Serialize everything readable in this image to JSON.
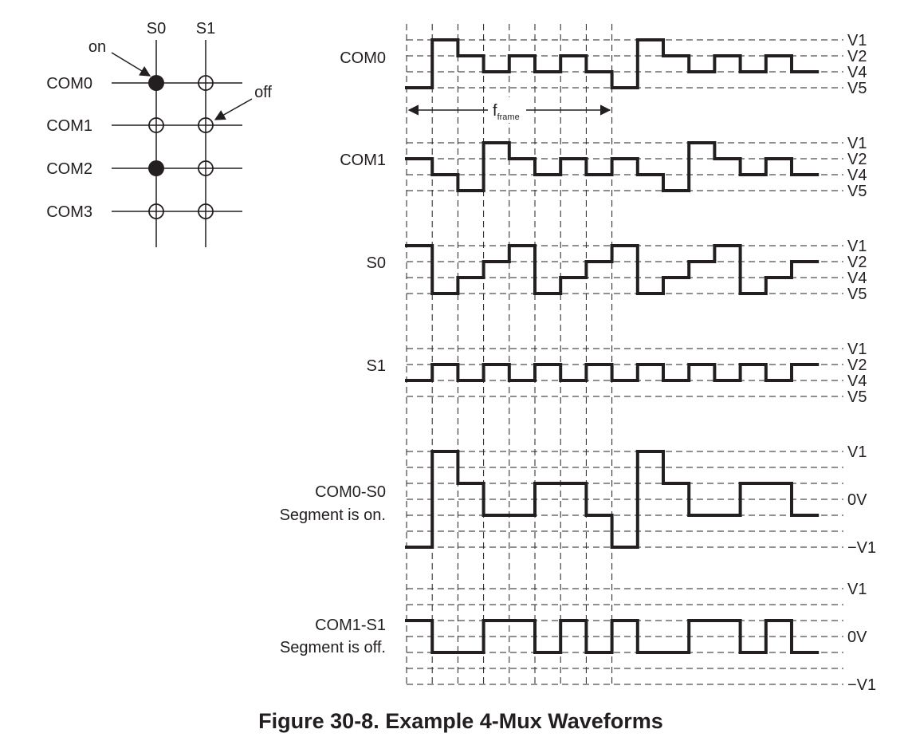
{
  "figure": {
    "caption": "Figure 30-8. Example 4-Mux Waveforms"
  },
  "matrix": {
    "columns": [
      "S0",
      "S1"
    ],
    "rows": [
      "COM0",
      "COM1",
      "COM2",
      "COM3"
    ],
    "on_label": "on",
    "off_label": "off",
    "on_cells": [
      [
        0,
        0
      ],
      [
        2,
        0
      ]
    ]
  },
  "frame_label": {
    "main": "f",
    "sub": "frame"
  },
  "waveforms": [
    {
      "id": "com0",
      "label": [
        "COM0"
      ],
      "levels": [
        "V1",
        "V2",
        "V4",
        "V5"
      ],
      "sequence": [
        "V5",
        "V1",
        "V2",
        "V4",
        "V2",
        "V4",
        "V2",
        "V4",
        "V5",
        "V1",
        "V2",
        "V4",
        "V2",
        "V4",
        "V2",
        "V4"
      ]
    },
    {
      "id": "com1",
      "label": [
        "COM1"
      ],
      "levels": [
        "V1",
        "V2",
        "V4",
        "V5"
      ],
      "sequence": [
        "V2",
        "V4",
        "V5",
        "V1",
        "V2",
        "V4",
        "V2",
        "V4",
        "V2",
        "V4",
        "V5",
        "V1",
        "V2",
        "V4",
        "V2",
        "V4"
      ]
    },
    {
      "id": "s0",
      "label": [
        "S0"
      ],
      "levels": [
        "V1",
        "V2",
        "V4",
        "V5"
      ],
      "sequence": [
        "V1",
        "V5",
        "V4",
        "V2",
        "V1",
        "V5",
        "V4",
        "V2",
        "V1",
        "V5",
        "V4",
        "V2",
        "V1",
        "V5",
        "V4",
        "V2"
      ]
    },
    {
      "id": "s1",
      "label": [
        "S1"
      ],
      "levels": [
        "V1",
        "V2",
        "V4",
        "V5"
      ],
      "sequence": [
        "V4",
        "V2",
        "V4",
        "V2",
        "V4",
        "V2",
        "V4",
        "V2",
        "V4",
        "V2",
        "V4",
        "V2",
        "V4",
        "V2",
        "V4",
        "V2"
      ]
    },
    {
      "id": "com0-s0",
      "label": [
        "COM0-S0",
        "Segment is on."
      ],
      "levels": [
        "V1",
        "0V",
        "−V1"
      ],
      "sequence": [
        -3,
        3,
        1,
        -1,
        -1,
        1,
        1,
        -1,
        -3,
        3,
        1,
        -1,
        -1,
        1,
        1,
        -1
      ]
    },
    {
      "id": "com1-s1",
      "label": [
        "COM1-S1",
        "Segment is off."
      ],
      "levels": [
        "V1",
        "0V",
        "−V1"
      ],
      "sequence": [
        1,
        -1,
        -1,
        1,
        1,
        -1,
        1,
        -1,
        1,
        -1,
        -1,
        1,
        1,
        -1,
        1,
        -1
      ]
    }
  ]
}
